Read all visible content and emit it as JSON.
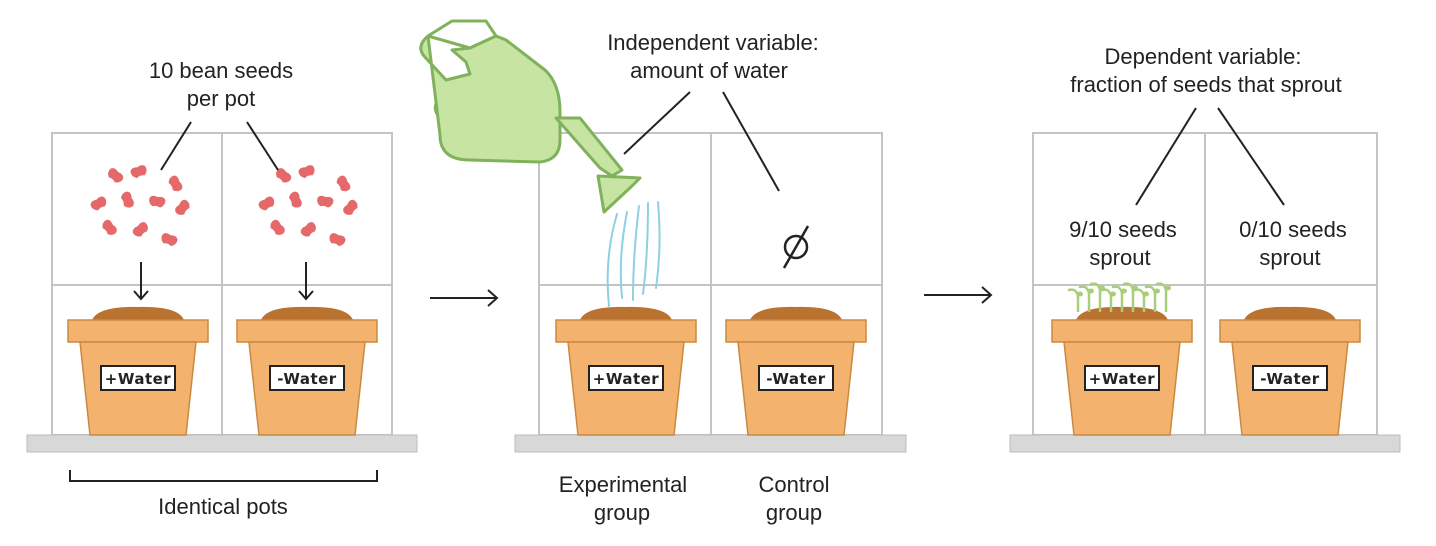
{
  "colors": {
    "grid_line": "#c4c4c4",
    "shelf": "#d8d8d8",
    "pot": "#f3b36e",
    "pot_outline": "#c98a3e",
    "soil": "#b9722f",
    "seed": "#e5696a",
    "watering_can": "#c8e4a2",
    "watering_can_outline": "#7fb25a",
    "water": "#8fd0e0",
    "sprout": "#a7cf7a",
    "leader": "#222222"
  },
  "labels": {
    "seeds_per_pot": [
      "10 bean seeds",
      "per pot"
    ],
    "identical_pots": "Identical pots",
    "independent_variable": [
      "Independent variable:",
      "amount of water"
    ],
    "dependent_variable": [
      "Dependent variable:",
      "fraction of seeds that sprout"
    ],
    "experimental_group": [
      "Experimental",
      "group"
    ],
    "control_group": [
      "Control",
      "group"
    ],
    "sprout_plus": [
      "9/10 seeds",
      "sprout"
    ],
    "sprout_minus": [
      "0/10 seeds",
      "sprout"
    ],
    "null_symbol": "⌀"
  },
  "pot_tags": {
    "plus": "+Water",
    "minus": "-Water"
  },
  "icons": [
    "arrow-right-icon",
    "arrow-down-icon",
    "watering-can-icon",
    "bean-seed-icon",
    "sprout-icon",
    "empty-set-icon"
  ]
}
